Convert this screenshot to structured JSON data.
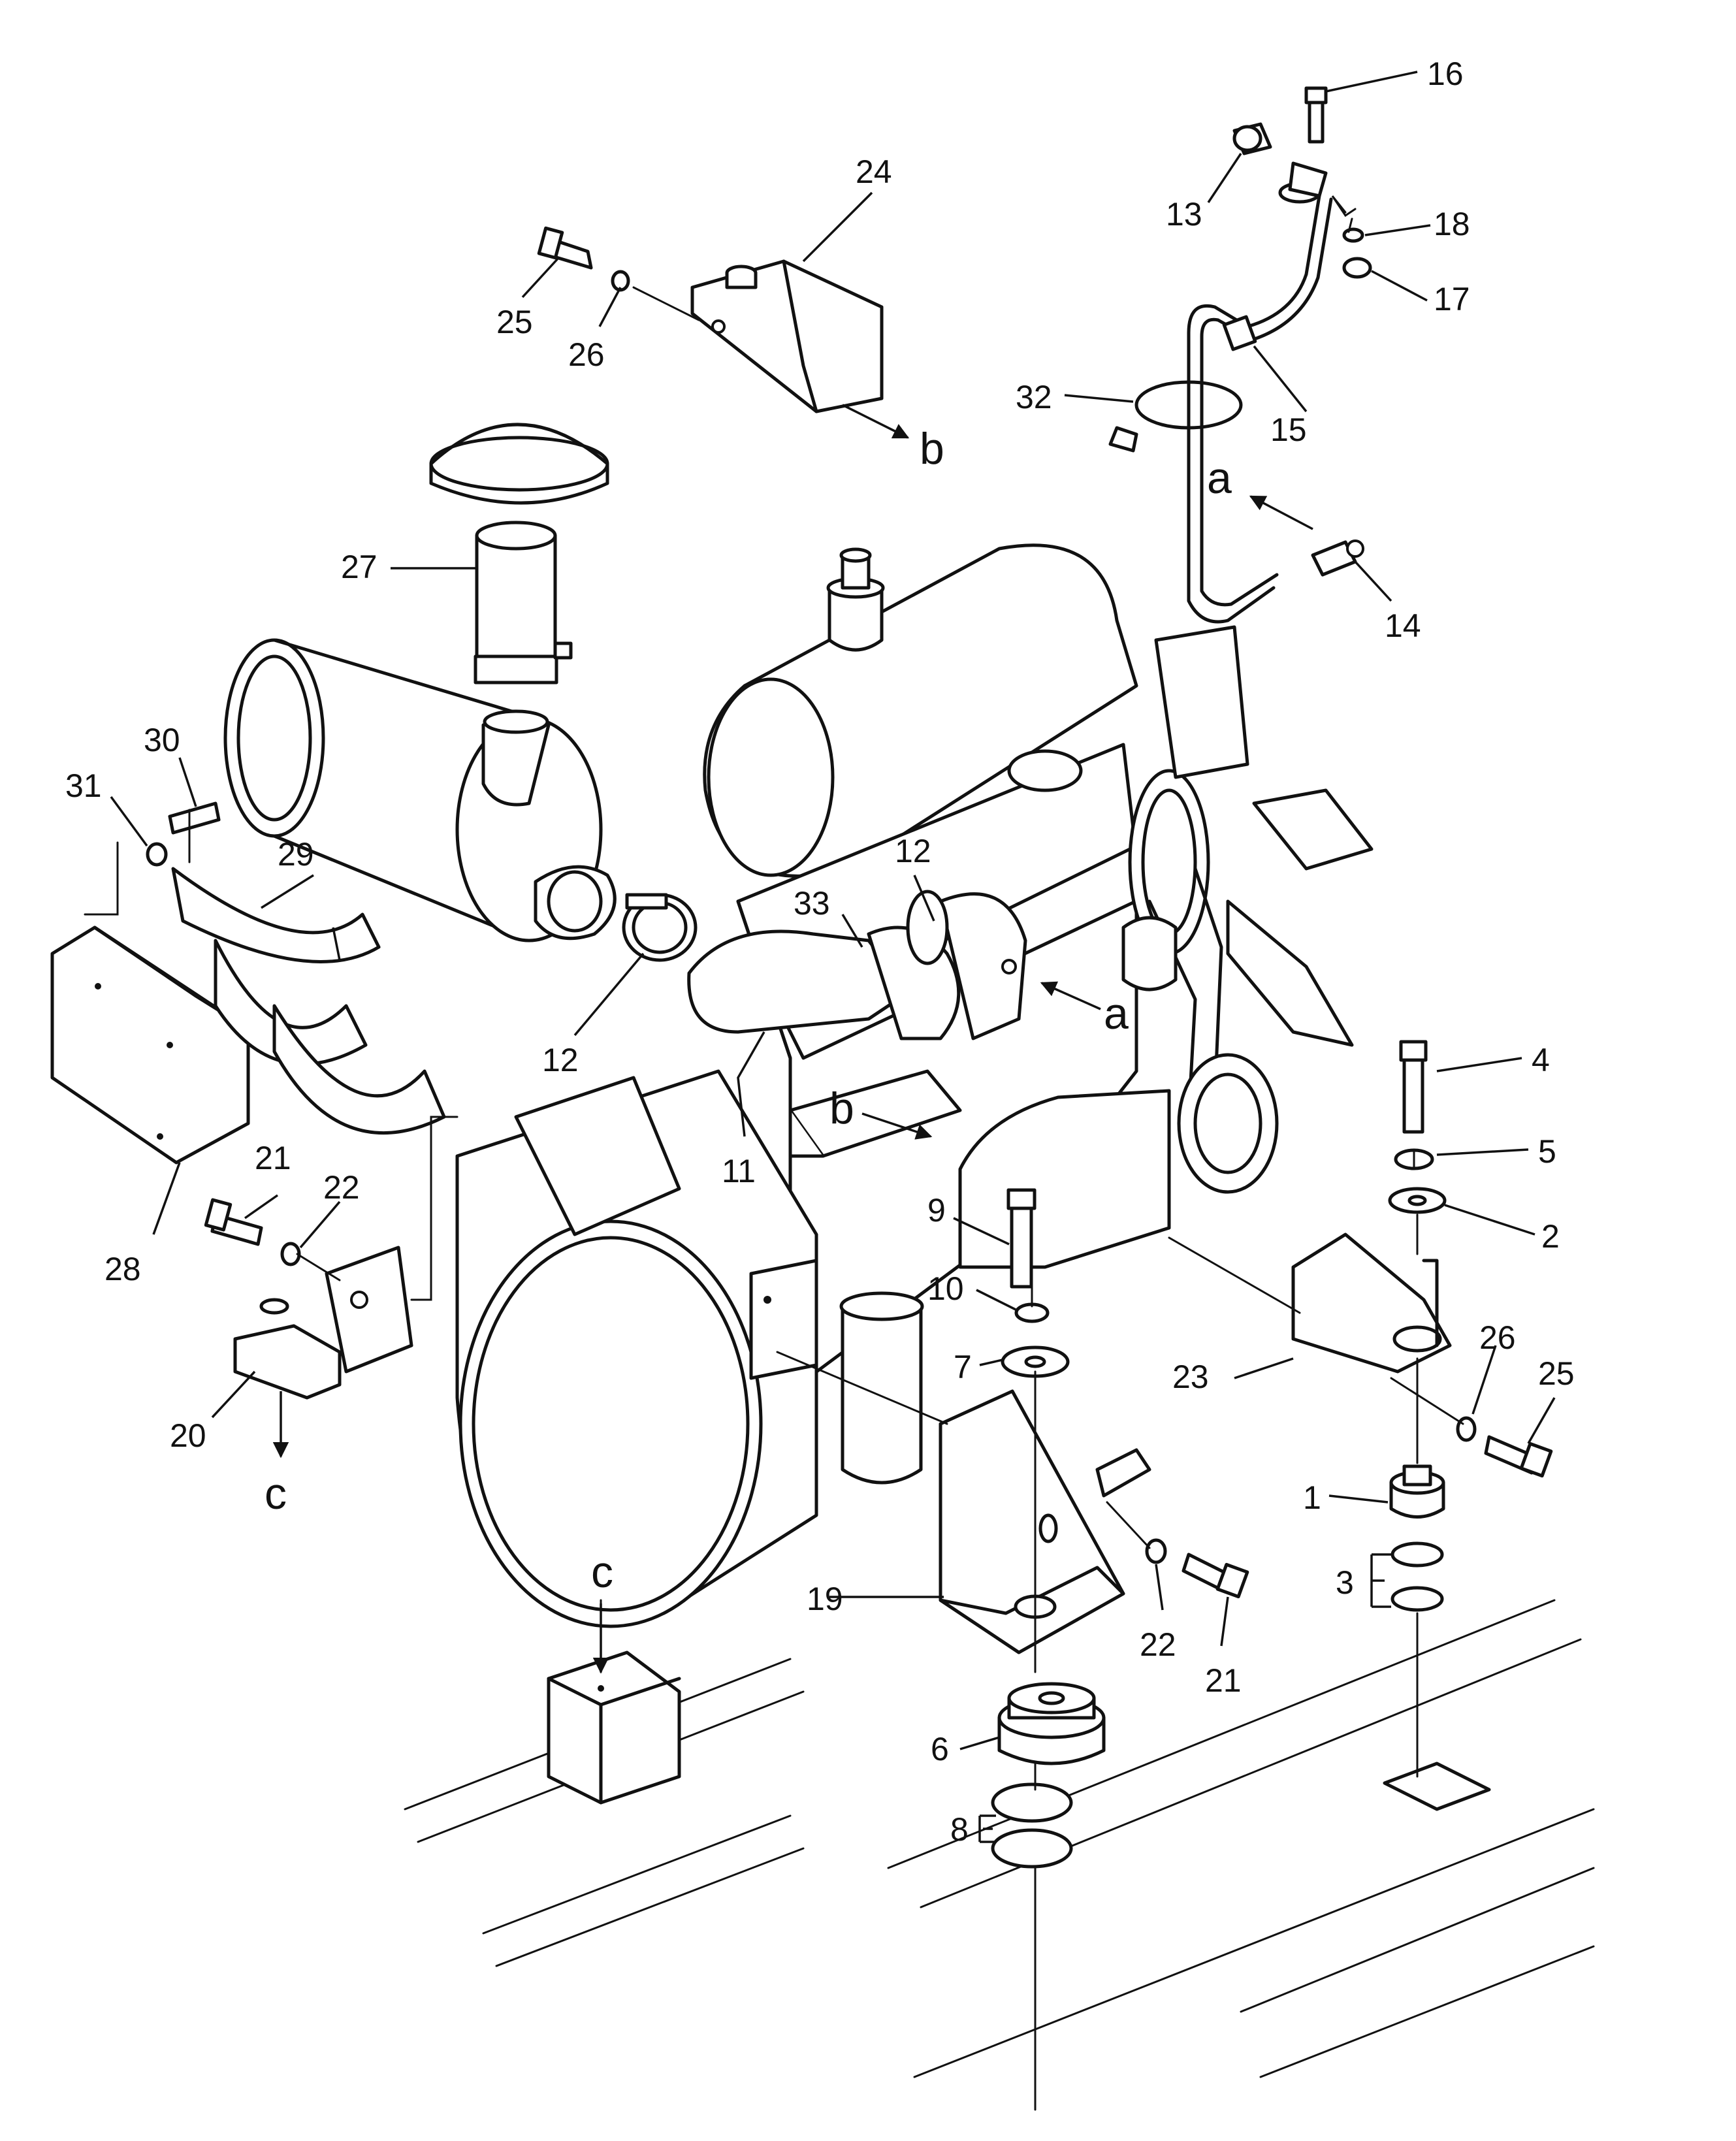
{
  "diagram": {
    "part_labels": [
      {
        "id": "p1",
        "text": "1"
      },
      {
        "id": "p2",
        "text": "2"
      },
      {
        "id": "p3",
        "text": "3"
      },
      {
        "id": "p4",
        "text": "4"
      },
      {
        "id": "p5",
        "text": "5"
      },
      {
        "id": "p6",
        "text": "6"
      },
      {
        "id": "p7",
        "text": "7"
      },
      {
        "id": "p8",
        "text": "8"
      },
      {
        "id": "p9",
        "text": "9"
      },
      {
        "id": "p10",
        "text": "10"
      },
      {
        "id": "p11",
        "text": "11"
      },
      {
        "id": "p12a",
        "text": "12"
      },
      {
        "id": "p12b",
        "text": "12"
      },
      {
        "id": "p13",
        "text": "13"
      },
      {
        "id": "p14",
        "text": "14"
      },
      {
        "id": "p15",
        "text": "15"
      },
      {
        "id": "p16",
        "text": "16"
      },
      {
        "id": "p17",
        "text": "17"
      },
      {
        "id": "p18",
        "text": "18"
      },
      {
        "id": "p19",
        "text": "19"
      },
      {
        "id": "p20",
        "text": "20"
      },
      {
        "id": "p21a",
        "text": "21"
      },
      {
        "id": "p21b",
        "text": "21"
      },
      {
        "id": "p22a",
        "text": "22"
      },
      {
        "id": "p22b",
        "text": "22"
      },
      {
        "id": "p23",
        "text": "23"
      },
      {
        "id": "p24",
        "text": "24"
      },
      {
        "id": "p25a",
        "text": "25"
      },
      {
        "id": "p25b",
        "text": "25"
      },
      {
        "id": "p26a",
        "text": "26"
      },
      {
        "id": "p26b",
        "text": "26"
      },
      {
        "id": "p27",
        "text": "27"
      },
      {
        "id": "p28",
        "text": "28"
      },
      {
        "id": "p29",
        "text": "29"
      },
      {
        "id": "p30",
        "text": "30"
      },
      {
        "id": "p31",
        "text": "31"
      },
      {
        "id": "p32",
        "text": "32"
      },
      {
        "id": "p33",
        "text": "33"
      }
    ],
    "reference_letters": [
      {
        "id": "a1",
        "text": "a"
      },
      {
        "id": "a2",
        "text": "a"
      },
      {
        "id": "b1",
        "text": "b"
      },
      {
        "id": "b2",
        "text": "b"
      },
      {
        "id": "c1",
        "text": "c"
      },
      {
        "id": "c2",
        "text": "c"
      }
    ]
  }
}
